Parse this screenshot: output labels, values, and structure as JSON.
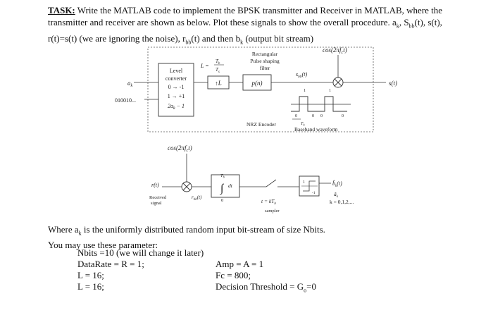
{
  "task": {
    "heading": "TASK:",
    "text_a": " Write the MATLAB code to implement the BPSK transmitter and Receiver in MATLAB, where the transmitter and receiver are shown as below. Plot these signals to show the overall procedure. a",
    "sub_k": "k",
    "text_b": ", S",
    "sub_bb": "bb",
    "text_c": "(t), s(t), r(t)=s(t) (we are ignoring the noise), r",
    "text_d": "(t) and then b",
    "text_e": " (output bit stream)"
  },
  "tx": {
    "input_bits": "010010...",
    "a_k": "a",
    "level_converter": [
      "Level",
      "converter",
      "0 → -1",
      "1 → +1",
      "2a",
      "k",
      " − 1"
    ],
    "upsample_eq": "L =",
    "upsample_num": "T",
    "upsample_den": "T",
    "upsample_sub_b": "b",
    "upsample_sub_s": "s",
    "upsample_box": "↑L",
    "pulse_label": [
      "Rectangular",
      "Pulse shaping",
      "filter"
    ],
    "pulse_box": "p(n)",
    "sbb": "s",
    "sbb_tail": "(t)",
    "nrz": "NRZ Encoder",
    "carrier": "cos(2πf",
    "carrier_sub": "c",
    "carrier_tail": "t)",
    "output": "s(t)",
    "baseband_label": "Baseband waveform",
    "wave_ticks": [
      "0",
      "1",
      "0",
      "0",
      "1",
      "0"
    ],
    "wave_tb": "T",
    "wave_tb_sub": "b"
  },
  "rx": {
    "carrier": "cos(2πf",
    "carrier_sub": "c",
    "carrier_tail": "t)",
    "r_t": "r(t)",
    "received": [
      "Received",
      "signal"
    ],
    "rbb": "r",
    "rbb_sub": "bb",
    "rbb_tail": "(t)",
    "int_upper": "T",
    "int_upper_sub": "b",
    "int_lower": "0",
    "int_dt": "dt",
    "sampler_eq": "t = kT",
    "sampler_sub": "b",
    "sampler_label": "sampler",
    "decision_hi": "1",
    "decision_lo": "-1",
    "bhat": "b̂",
    "bhat_tail": "(t)",
    "ahat": "â",
    "ahat_sub": "k",
    "k_values": "k = 0,1,2,..."
  },
  "bottom": {
    "line1": "Where a",
    "line1_sub": "k",
    "line1_tail": " is the uniformly distributed random input bit-stream of size Nbits.",
    "line2": "You may use these parameter:"
  },
  "params": {
    "nbits": "Nbits =10 (we will change it later)",
    "datarate": "DataRate = R = 1;",
    "l1": "L = 16;",
    "l2": "L = 16;",
    "amp": "Amp = A = 1",
    "fc": "Fc = 800;",
    "threshold": "Decision Threshold = G",
    "threshold_sub": "o",
    "threshold_tail": "=0"
  }
}
